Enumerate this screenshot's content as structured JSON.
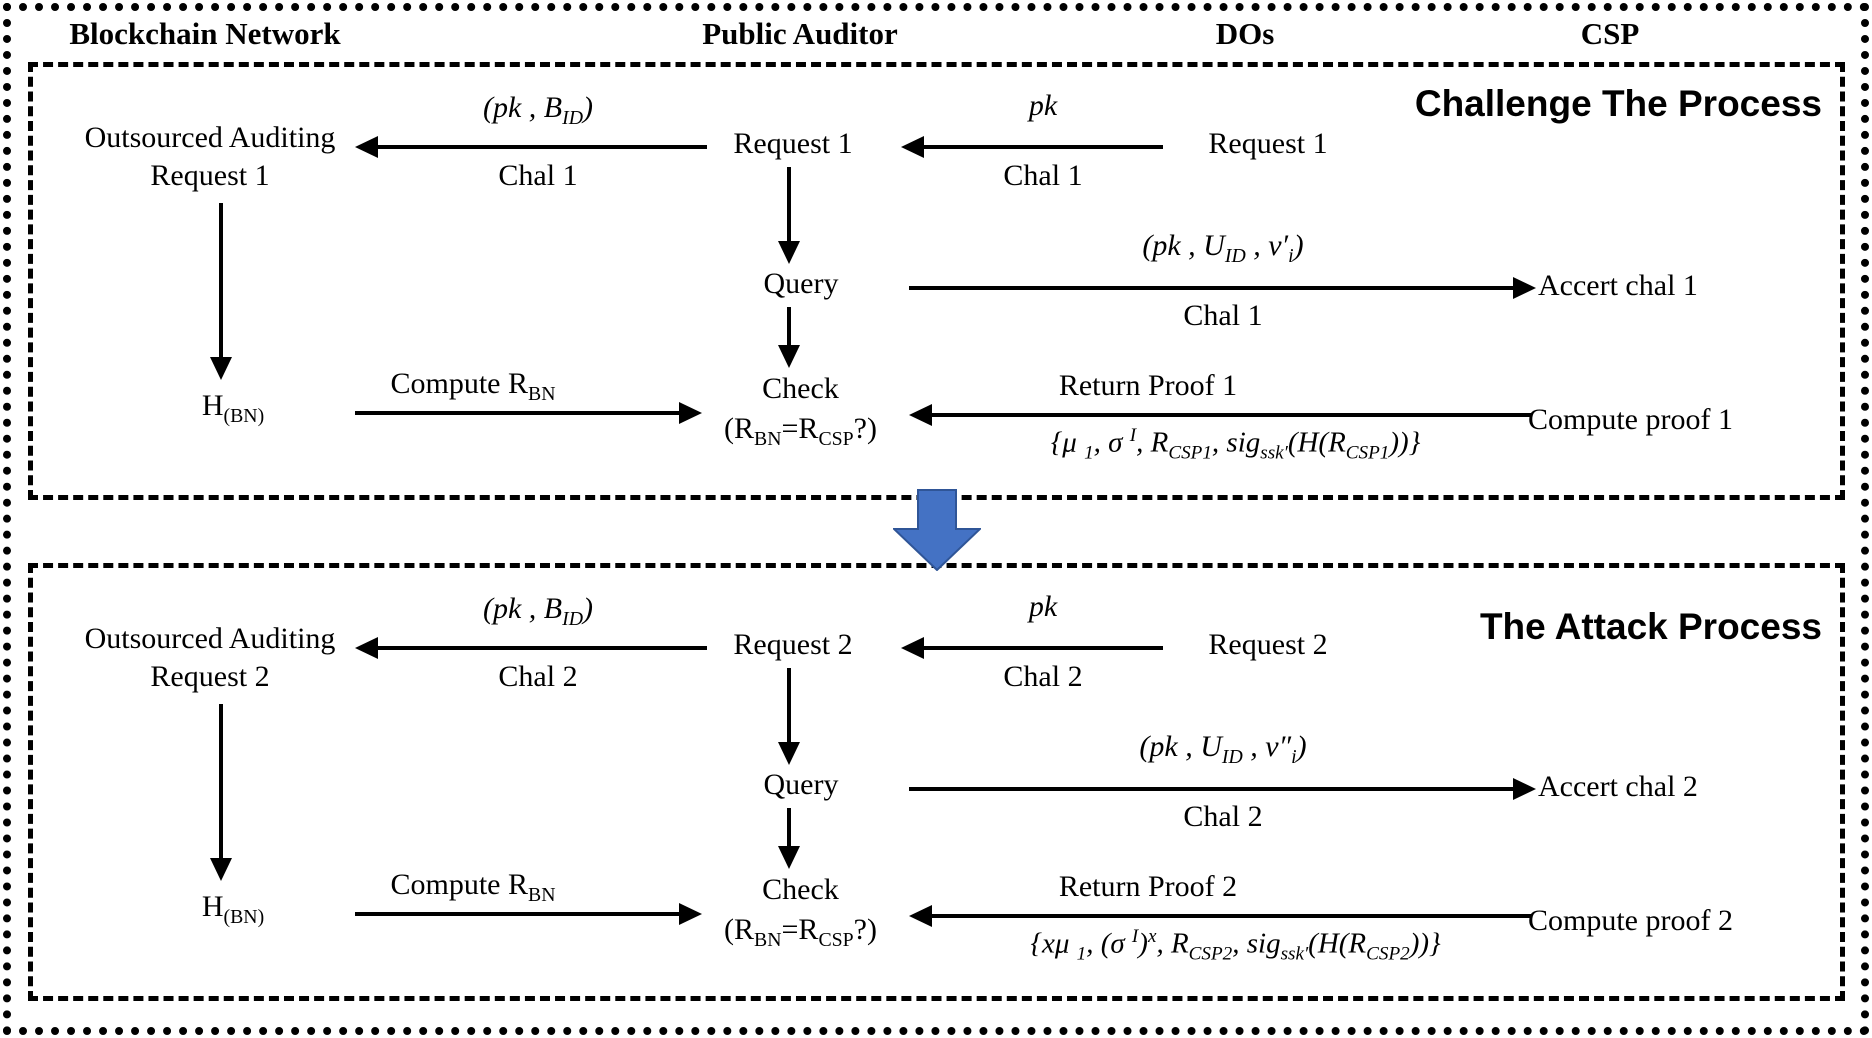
{
  "headers": {
    "bn": "Blockchain Network",
    "pa": "Public Auditor",
    "dos": "DOs",
    "csp": "CSP"
  },
  "colors": {
    "line": "#000000",
    "blue_arrow_fill": "#4472C4",
    "blue_arrow_stroke": "#2F5597"
  },
  "panel1": {
    "title": "Challenge The Process",
    "bn_line1": "Outsourced Auditing",
    "bn_line2": "Request 1",
    "msg_pa_bn": {
      "s0": "(pk , B",
      "s1": "ID",
      "s2": ")",
      "chal": "Chal 1"
    },
    "pa_node": "Request 1",
    "msg_dos_pa": {
      "pk": "pk",
      "chal": "Chal 1"
    },
    "dos_node": "Request 1",
    "query": "Query",
    "check_line1": "Check",
    "check": {
      "s0": "(R",
      "s1": "BN",
      "s2": "=R",
      "s3": "CSP",
      "s4": "?)"
    },
    "h": {
      "s0": "H",
      "s1": "(BN)"
    },
    "compute_rbn": {
      "s0": "Compute R",
      "s1": "BN"
    },
    "msg_query_csp": {
      "s0": "(pk  , U",
      "s1": "ID",
      "s2": " , v′",
      "s3": "i",
      "s4": ")",
      "chal": "Chal 1"
    },
    "accept": "Accert chal 1",
    "return_label": "Return Proof 1",
    "proof": {
      "s0": "{μ ",
      "s1": "1",
      "s2": ", σ ",
      "s3": "I",
      "s4": ", R",
      "s5": "CSP1",
      "s6": ", sig",
      "s7": "ssk′",
      "s8": "(H(R",
      "s9": "CSP1",
      "s10": "))}"
    },
    "compute_proof": "Compute proof 1"
  },
  "panel2": {
    "title": "The Attack Process",
    "bn_line1": "Outsourced Auditing",
    "bn_line2": "Request 2",
    "msg_pa_bn": {
      "s0": "(pk , B",
      "s1": "ID",
      "s2": ")",
      "chal": "Chal 2"
    },
    "pa_node": "Request 2",
    "msg_dos_pa": {
      "pk": "pk",
      "chal": "Chal 2"
    },
    "dos_node": "Request 2",
    "query": "Query",
    "check_line1": "Check",
    "check": {
      "s0": "(R",
      "s1": "BN",
      "s2": "=R",
      "s3": "CSP",
      "s4": "?)"
    },
    "h": {
      "s0": "H",
      "s1": "(BN)"
    },
    "compute_rbn": {
      "s0": "Compute R",
      "s1": "BN"
    },
    "msg_query_csp": {
      "s0": "(pk  , U",
      "s1": "ID",
      "s2": " , v″",
      "s3": "i",
      "s4": ")",
      "chal": "Chal 2"
    },
    "accept": "Accert chal 2",
    "return_label": "Return Proof 2",
    "proof": {
      "s0": "{xμ ",
      "s1": "1",
      "s2": ", (σ ",
      "s3": "I",
      "s4": ")",
      "s5": "x",
      "s6": ", R",
      "s7": "CSP2",
      "s8": ", sig",
      "s9": "ssk′",
      "s10": "(H(R",
      "s11": "CSP2",
      "s12": "))}"
    },
    "compute_proof": "Compute proof 2"
  }
}
